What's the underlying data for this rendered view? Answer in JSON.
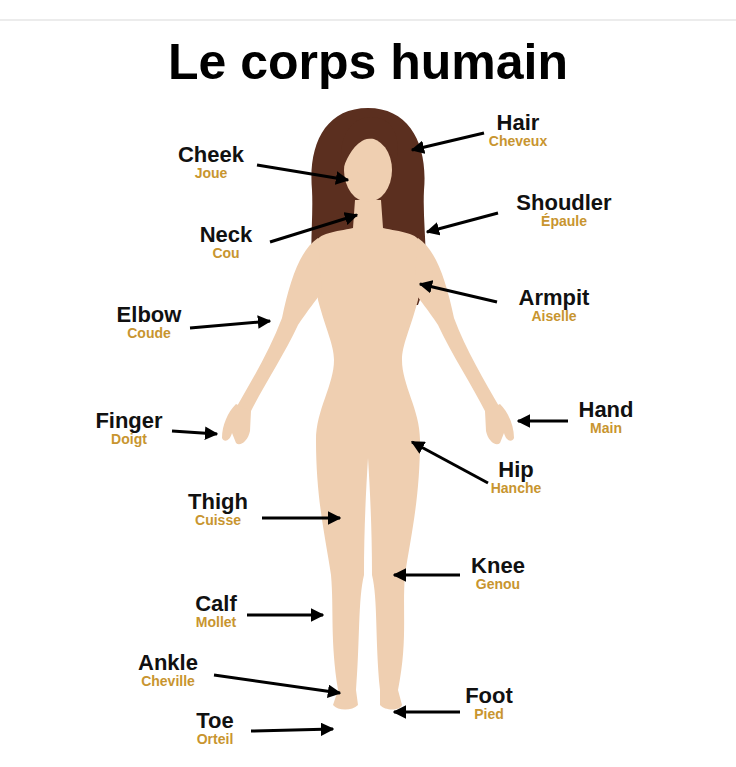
{
  "diagram": {
    "title": "Le corps humain",
    "labels": [
      "Hair",
      "Cheveux",
      "Cheek",
      "Joue",
      "Shoudler",
      "Épaule",
      "Neck",
      "Cou",
      "Armpit",
      "Aiselle",
      "Elbow",
      "Coude",
      "Hand",
      "Main",
      "Finger",
      "Doigt",
      "Hip",
      "Hanche",
      "Thigh",
      "Cuisse",
      "Knee",
      "Genou",
      "Calf",
      "Mollet",
      "Ankle",
      "Cheville",
      "Foot",
      "Pied",
      "Toe",
      "Orteil"
    ]
  }
}
